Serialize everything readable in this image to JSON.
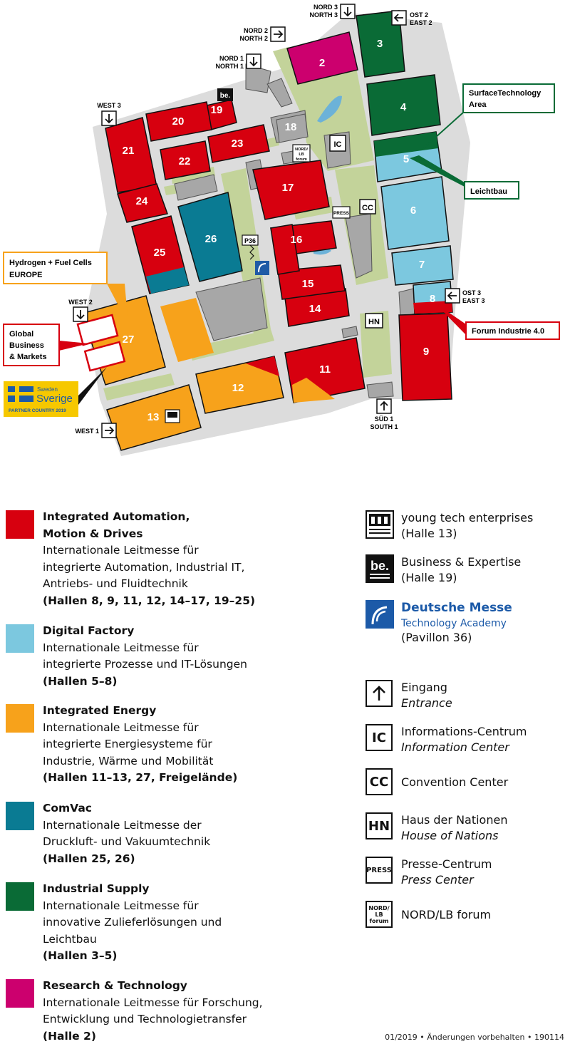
{
  "colors": {
    "automation": "#d7000f",
    "digital": "#7cc8df",
    "energy": "#f7a21b",
    "comvac": "#0a7b93",
    "supply": "#0a6b36",
    "research": "#cc006e",
    "green": "#c3d39a",
    "road": "#dcdcdc",
    "building": "#a7a7a7"
  },
  "halls": [
    "2",
    "3",
    "4",
    "5",
    "6",
    "7",
    "8",
    "9",
    "11",
    "12",
    "13",
    "14",
    "15",
    "16",
    "17",
    "18",
    "19",
    "20",
    "21",
    "22",
    "23",
    "24",
    "25",
    "26",
    "27"
  ],
  "entrances": [
    {
      "line1": "NORD 3",
      "line2": "NORTH 3"
    },
    {
      "line1": "OST 2",
      "line2": "EAST 2"
    },
    {
      "line1": "NORD 2",
      "line2": "NORTH 2"
    },
    {
      "line1": "NORD 1",
      "line2": "NORTH 1"
    },
    {
      "line1": "WEST 3",
      "line2": ""
    },
    {
      "line1": "WEST 2",
      "line2": ""
    },
    {
      "line1": "WEST 1",
      "line2": ""
    },
    {
      "line1": "OST 3",
      "line2": "EAST 3"
    },
    {
      "line1": "SÜD 1",
      "line2": "SOUTH 1"
    }
  ],
  "map_symbols": {
    "ic": "IC",
    "cc": "CC",
    "hn": "HN",
    "press": "PRESS",
    "nordlb": [
      "NORD/",
      "LB",
      "forum"
    ],
    "p36": "P36",
    "be": "be."
  },
  "callouts": {
    "surface": [
      "SurfaceTechnology",
      "Area"
    ],
    "leichtbau": "Leichtbau",
    "hydrogen": [
      "Hydrogen + Fuel Cells",
      "EUROPE"
    ],
    "global": [
      "Global",
      "Business",
      "& Markets"
    ],
    "forum": "Forum Industrie 4.0"
  },
  "partner": {
    "small": "Sweden",
    "big": "Sverige",
    "caption": "PARTNER COUNTRY 2019"
  },
  "legend": [
    {
      "name": "Integrated Automation,",
      "name2": "Motion & Drives",
      "desc": [
        "Internationale Leitmesse für",
        "integrierte Automation, Industrial IT,",
        "Antriebs- und Fluidtechnik"
      ],
      "halls": "(Hallen 8, 9, 11, 12, 14–17, 19–25)"
    },
    {
      "name": "Digital Factory",
      "name2": "",
      "desc": [
        "Internationale Leitmesse für",
        "integrierte Prozesse und IT-Lösungen"
      ],
      "halls": "(Hallen 5–8)"
    },
    {
      "name": "Integrated Energy",
      "name2": "",
      "desc": [
        "Internationale Leitmesse für",
        "integrierte Energiesysteme für",
        "Industrie, Wärme und Mobilität"
      ],
      "halls": "(Hallen 11–13, 27, Freigelände)"
    },
    {
      "name": "ComVac",
      "name2": "",
      "desc": [
        "Internationale Leitmesse der",
        "Druckluft- und Vakuumtechnik"
      ],
      "halls": "(Hallen 25, 26)"
    },
    {
      "name": "Industrial Supply",
      "name2": "",
      "desc": [
        "Internationale Leitmesse für",
        "innovative Zulieferlösungen und",
        "Leichtbau"
      ],
      "halls": "(Hallen 3–5)"
    },
    {
      "name": "Research & Technology",
      "name2": "",
      "desc": [
        "Internationale Leitmesse für Forschung,",
        "Entwicklung und Technologietransfer"
      ],
      "halls": "(Halle 2)"
    }
  ],
  "symbols": {
    "yte": {
      "l1": "young tech enterprises",
      "l2": "(Halle 13)"
    },
    "be": {
      "l1": "Business & Expertise",
      "l2": "(Halle 19)"
    },
    "dm": {
      "l1": "Deutsche Messe",
      "l2": "Technology Academy",
      "l3": "(Pavillon 36)"
    },
    "entrance": {
      "l1": "Eingang",
      "l2": "Entrance"
    },
    "ic": {
      "box": "IC",
      "l1": "Informations-Centrum",
      "l2": "Information Center"
    },
    "cc": {
      "box": "CC",
      "l1": "Convention Center"
    },
    "hn": {
      "box": "HN",
      "l1": "Haus der Nationen",
      "l2": "House of Nations"
    },
    "press": {
      "box": "PRESS",
      "l1": "Presse-Centrum",
      "l2": "Press Center"
    },
    "nordlb": {
      "l1": "NORD/LB forum"
    }
  },
  "footer": "01/2019 • Änderungen vorbehalten • 190114"
}
